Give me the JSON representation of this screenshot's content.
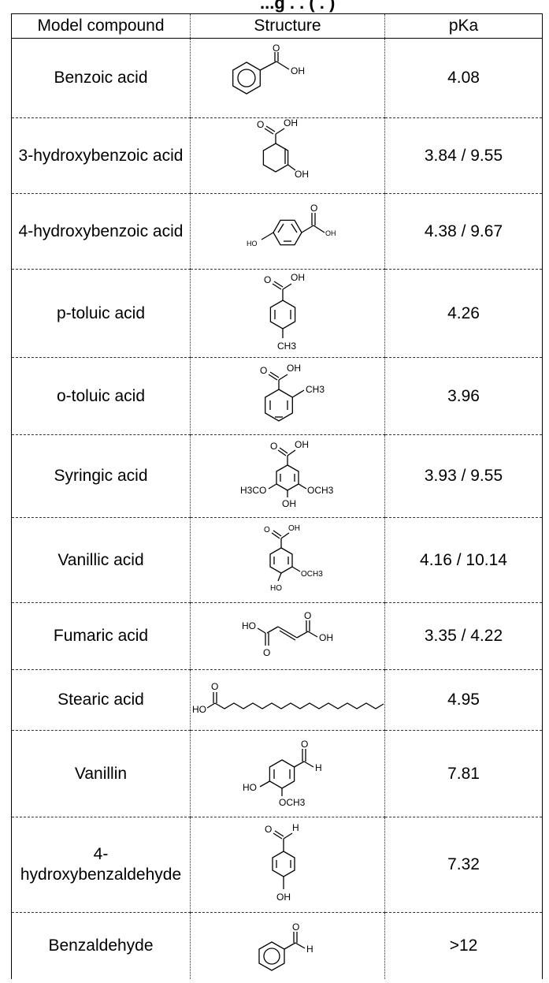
{
  "caption": "...g . . ( . )",
  "columns": [
    "Model compound",
    "Structure",
    "pKa"
  ],
  "rows": [
    {
      "compound": "Benzoic acid",
      "structure_icon": "benzoic-acid-structure",
      "pka": "4.08"
    },
    {
      "compound": "3-hydroxybenzoic acid",
      "structure_icon": "3-hydroxybenzoic-acid-structure",
      "pka": "3.84 / 9.55"
    },
    {
      "compound": "4-hydroxybenzoic acid",
      "structure_icon": "4-hydroxybenzoic-acid-structure",
      "pka": "4.38 / 9.67"
    },
    {
      "compound": "p-toluic acid",
      "structure_icon": "p-toluic-acid-structure",
      "pka": "4.26"
    },
    {
      "compound": "o-toluic acid",
      "structure_icon": "o-toluic-acid-structure",
      "pka": "3.96"
    },
    {
      "compound": "Syringic acid",
      "structure_icon": "syringic-acid-structure",
      "pka": "3.93 / 9.55"
    },
    {
      "compound": "Vanillic acid",
      "structure_icon": "vanillic-acid-structure",
      "pka": "4.16 / 10.14"
    },
    {
      "compound": "Fumaric acid",
      "structure_icon": "fumaric-acid-structure",
      "pka": "3.35 / 4.22"
    },
    {
      "compound": "Stearic acid",
      "structure_icon": "stearic-acid-structure",
      "pka": "4.95"
    },
    {
      "compound": "Vanillin",
      "structure_icon": "vanillin-structure",
      "pka": "7.81"
    },
    {
      "compound": "4-hydroxybenzaldehyde",
      "structure_icon": "4-hydroxybenzaldehyde-structure",
      "pka": "7.32"
    },
    {
      "compound": "Benzaldehyde",
      "structure_icon": "benzaldehyde-structure",
      "pka": ">12"
    }
  ],
  "labels": {
    "o": "O",
    "oh": "OH",
    "ho": "HO",
    "h": "H",
    "ch3": "CH3",
    "och3": "OCH3",
    "h3co": "H3CO"
  }
}
